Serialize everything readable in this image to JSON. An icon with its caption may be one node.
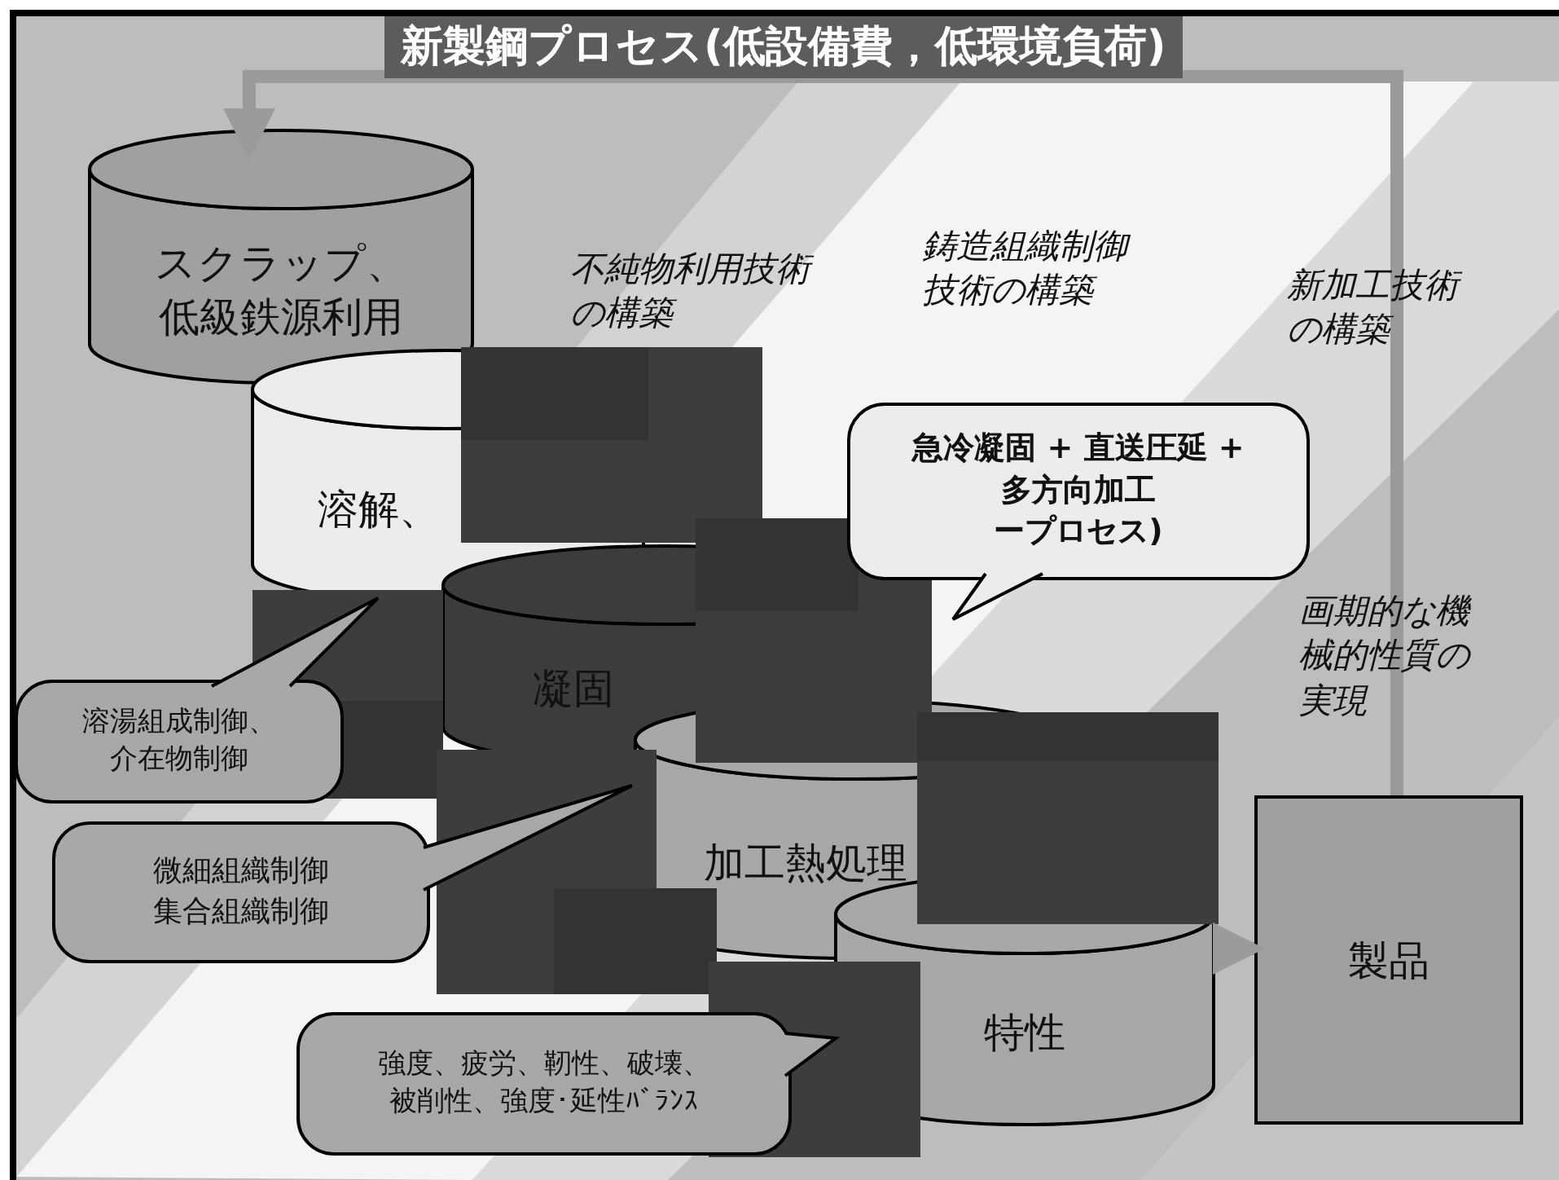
{
  "diagram": {
    "title": "新製鋼プロセス(低設備費，低環境負荷)",
    "nodes": [
      {
        "text": [
          "スクラップ、低級鉄源利用"
        ]
      },
      {
        "text": [
          "溶解、"
        ]
      },
      {
        "text": [
          "凝固"
        ]
      },
      {
        "text": [
          "加工熱処理"
        ]
      },
      {
        "text": [
          "特性"
        ]
      },
      {
        "text": [
          "製品"
        ]
      },
      {
        "text": [
          "急冷凝固 + 直送圧延 + 多方向加工",
          "ープロセス)"
        ]
      },
      {
        "text": [
          "溶湯組成制御、介在物制御"
        ]
      },
      {
        "text": [
          "微細組織制御集合組織制御"
        ]
      },
      {
        "text": [
          "強度、疲労、靭性、破壊、被削性、強度･延性ﾊﾞﾗﾝｽ"
        ]
      }
    ],
    "edges": [
      {
        "from": 5,
        "to": 0,
        "arrow": "to"
      },
      {
        "from": 4,
        "to": 5,
        "arrow": "to"
      }
    ],
    "labels": [
      "不純物利用技術の構築",
      "鋳造組織制御技術の構築",
      "新加工技術の構築",
      "画期的な機械的性質の実現"
    ]
  }
}
